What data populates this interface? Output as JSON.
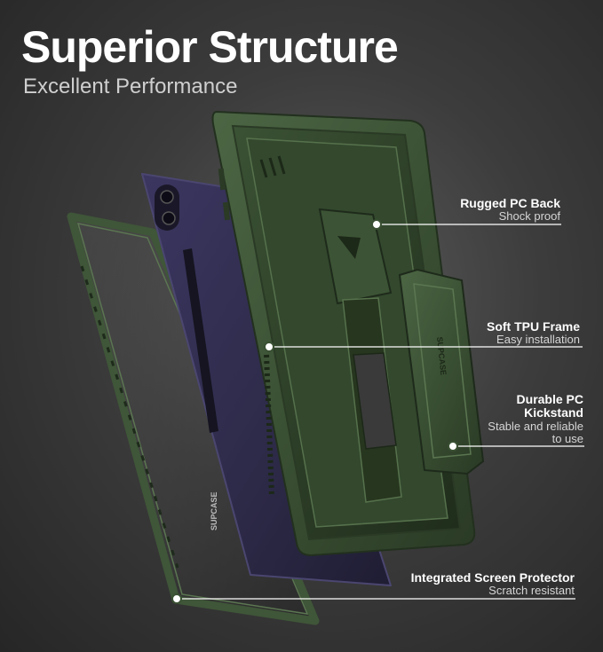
{
  "headline": {
    "title": "Superior Structure",
    "subtitle": "Excellent Performance"
  },
  "brand": {
    "accent": "#3f5638",
    "tablet": "#2f2b48",
    "device_text": "SUPCASE"
  },
  "features": [
    {
      "title": "Rugged PC Back",
      "subtitle": "Shock proof"
    },
    {
      "title": "Soft TPU Frame",
      "subtitle": "Easy installation"
    },
    {
      "title": "Durable PC Kickstand",
      "subtitle": "Stable  and reliable to use"
    },
    {
      "title": "Integrated Screen Protector",
      "subtitle": "Scratch resistant"
    }
  ]
}
